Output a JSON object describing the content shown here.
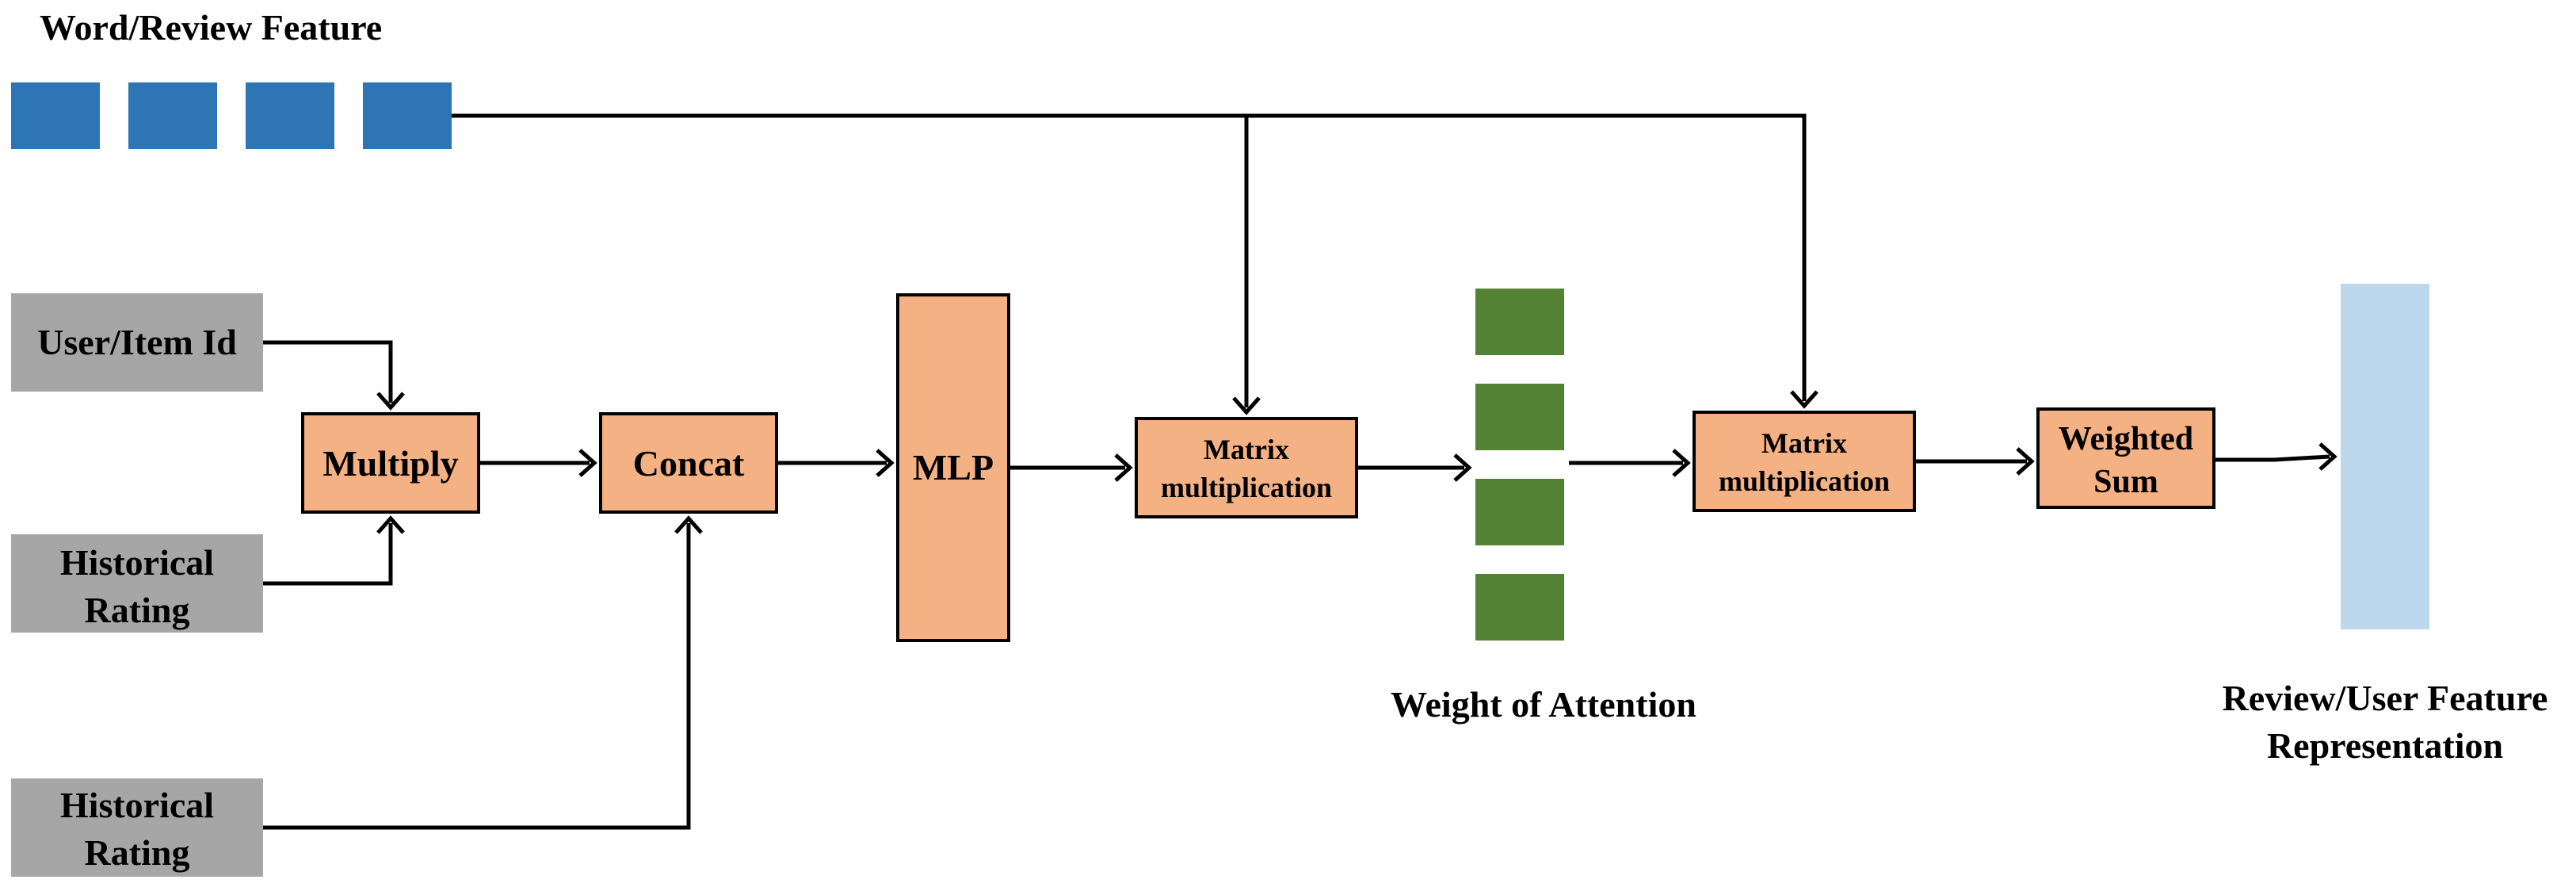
{
  "title": "Word/Review Feature",
  "inputs": {
    "user_item_id": "User/Item Id",
    "historical_rating_1": [
      "Historical",
      "Rating"
    ],
    "historical_rating_2": [
      "Historical",
      "Rating"
    ]
  },
  "ops": {
    "multiply": "Multiply",
    "concat": "Concat",
    "mlp": "MLP",
    "matmul_1": [
      "Matrix",
      "multiplication"
    ],
    "matmul_2": [
      "Matrix",
      "multiplication"
    ],
    "weighted_sum": [
      "Weighted",
      "Sum"
    ]
  },
  "outputs": {
    "attention_label": "Weight of Attention",
    "representation_label": [
      "Review/User Feature",
      "Representation"
    ]
  },
  "colors": {
    "word_feature": "#2e75b6",
    "input_box": "#a6a6a6",
    "op_box": "#f4b183",
    "attention": "#548235",
    "representation": "#bdd7ee"
  }
}
